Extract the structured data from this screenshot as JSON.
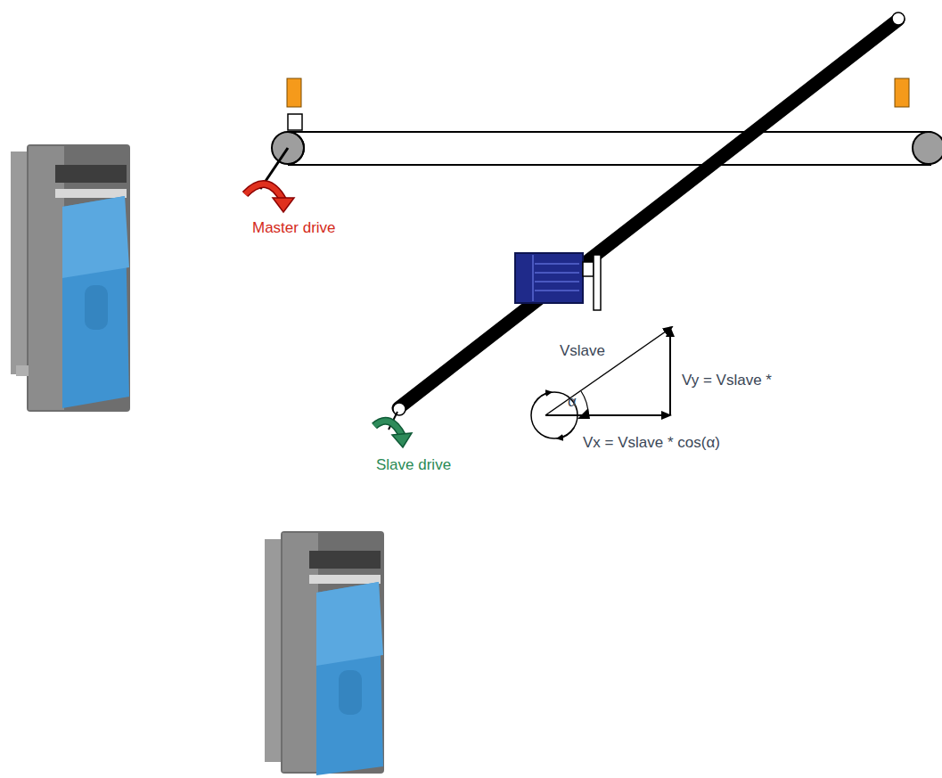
{
  "diagram": {
    "labels": [
      "Master drive",
      "Slave drive",
      "Vslave",
      "α",
      "Vy = Vslave *",
      "Vx = Vslave * cos(α)"
    ]
  }
}
